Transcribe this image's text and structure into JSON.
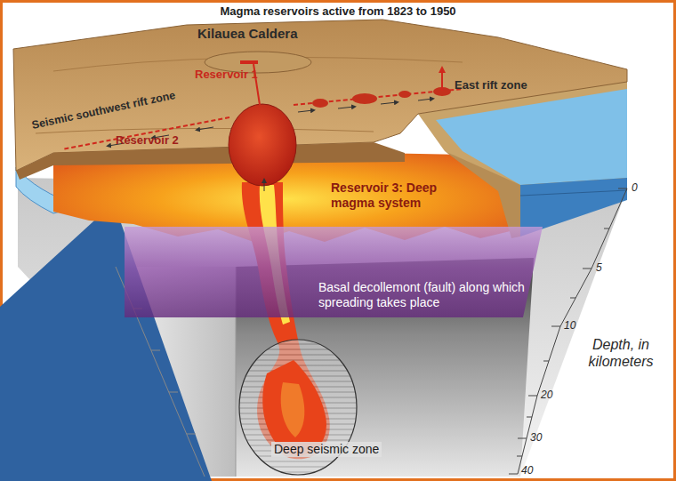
{
  "diagram": {
    "title": "Magma reservoirs active from 1823 to 1950",
    "nodes": [
      {
        "text": [
          "Basal decollemont (fault) along which spreading takes place"
        ]
      }
    ],
    "labels": [
      "Kilauea Caldera",
      "Reservoir 1",
      "East rift zone",
      "Seismic southwest rift zone",
      "Reservoir 2",
      "Reservoir 3: Deep magma system",
      "Depth, in kilometers",
      "Deep seismic zone",
      "0",
      "5",
      "10",
      "20",
      "30",
      "40"
    ]
  }
}
